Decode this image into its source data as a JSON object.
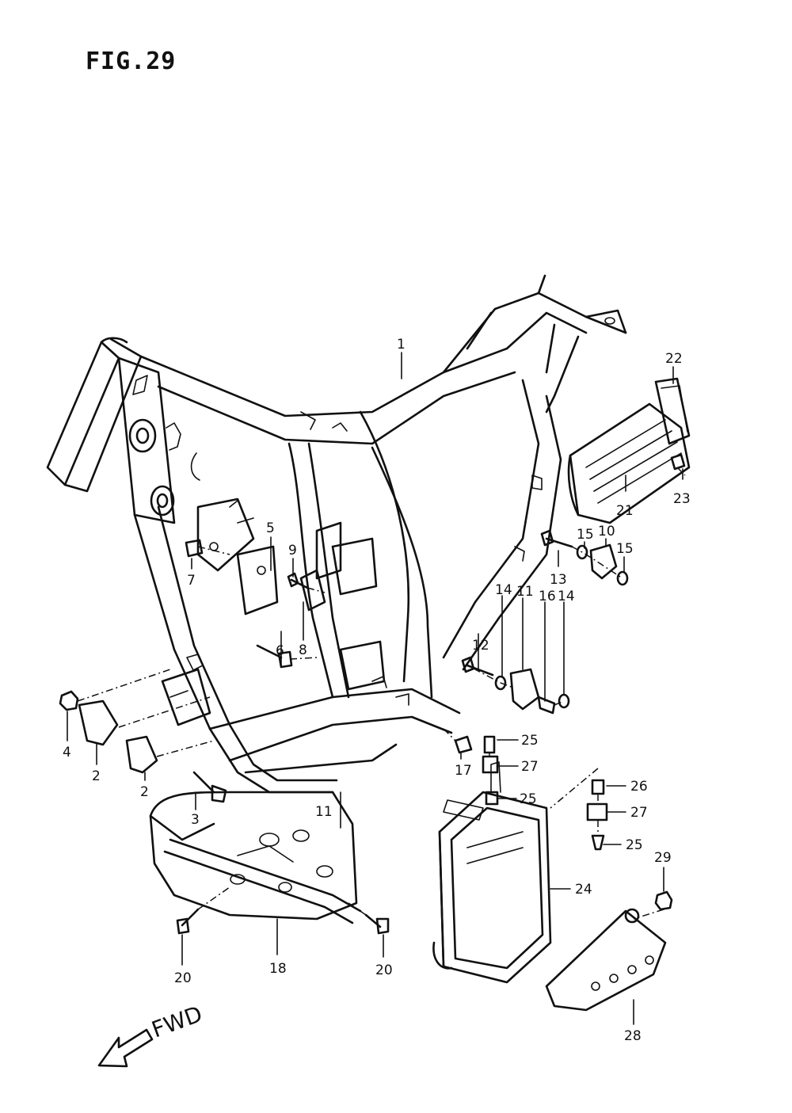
{
  "figure": {
    "title": "FIG.29"
  },
  "callouts": [
    {
      "id": "p1",
      "label": "1"
    },
    {
      "id": "p2a",
      "label": "2"
    },
    {
      "id": "p2b",
      "label": "2"
    },
    {
      "id": "p3",
      "label": "3"
    },
    {
      "id": "p4",
      "label": "4"
    },
    {
      "id": "p5",
      "label": "5"
    },
    {
      "id": "p6",
      "label": "6"
    },
    {
      "id": "p7",
      "label": "7"
    },
    {
      "id": "p8",
      "label": "8"
    },
    {
      "id": "p9",
      "label": "9"
    },
    {
      "id": "p10",
      "label": "10"
    },
    {
      "id": "p11",
      "label": "11"
    },
    {
      "id": "p12",
      "label": "12"
    },
    {
      "id": "p13",
      "label": "13"
    },
    {
      "id": "p14a",
      "label": "14"
    },
    {
      "id": "p14b",
      "label": "14"
    },
    {
      "id": "p15a",
      "label": "15"
    },
    {
      "id": "p15b",
      "label": "15"
    },
    {
      "id": "p16",
      "label": "16"
    },
    {
      "id": "p17",
      "label": "17"
    },
    {
      "id": "p18",
      "label": "18"
    },
    {
      "id": "p20a",
      "label": "20"
    },
    {
      "id": "p20b",
      "label": "20"
    },
    {
      "id": "p21",
      "label": "21"
    },
    {
      "id": "p22",
      "label": "22"
    },
    {
      "id": "p23",
      "label": "23"
    },
    {
      "id": "p24",
      "label": "24"
    },
    {
      "id": "p25a",
      "label": "25"
    },
    {
      "id": "p25b",
      "label": "25"
    },
    {
      "id": "p25c",
      "label": "25"
    },
    {
      "id": "p26",
      "label": "26"
    },
    {
      "id": "p27a",
      "label": "27"
    },
    {
      "id": "p27b",
      "label": "27"
    },
    {
      "id": "p28",
      "label": "28"
    },
    {
      "id": "p29",
      "label": "29"
    },
    {
      "id": "p11b",
      "label": "11"
    }
  ],
  "direction": {
    "label": "FWD"
  }
}
